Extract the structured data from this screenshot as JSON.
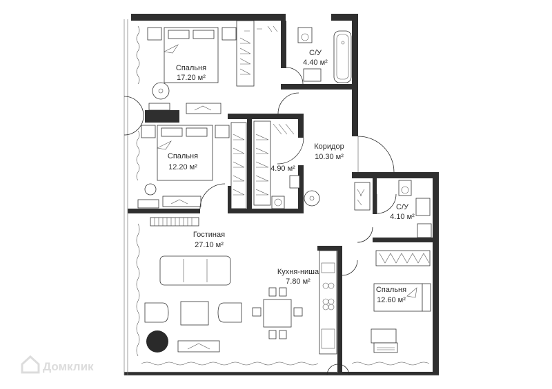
{
  "rooms": {
    "bedroom1": {
      "name": "Спальня",
      "area": "17.20 м²"
    },
    "bath1": {
      "name": "С/У",
      "area": "4.40 м²"
    },
    "bedroom2": {
      "name": "Спальня",
      "area": "12.20 м²"
    },
    "closet": {
      "area": "4.90 м²"
    },
    "corridor": {
      "name": "Коридор",
      "area": "10.30 м²"
    },
    "bath2": {
      "name": "С/У",
      "area": "4.10 м²"
    },
    "living": {
      "name": "Гостиная",
      "area": "27.10 м²"
    },
    "kitchen": {
      "name": "Кухня-ниша",
      "area": "7.80 м²"
    },
    "bedroom3": {
      "name": "Спальня",
      "area": "12.60 м²"
    }
  },
  "watermark": {
    "text": "Домклик",
    "icon": "house-icon"
  },
  "colors": {
    "wall": "#2f2f2f",
    "line": "#2a2a2a",
    "dark_disc": "#2a2a2a",
    "watermark": "#dcdcdc"
  }
}
